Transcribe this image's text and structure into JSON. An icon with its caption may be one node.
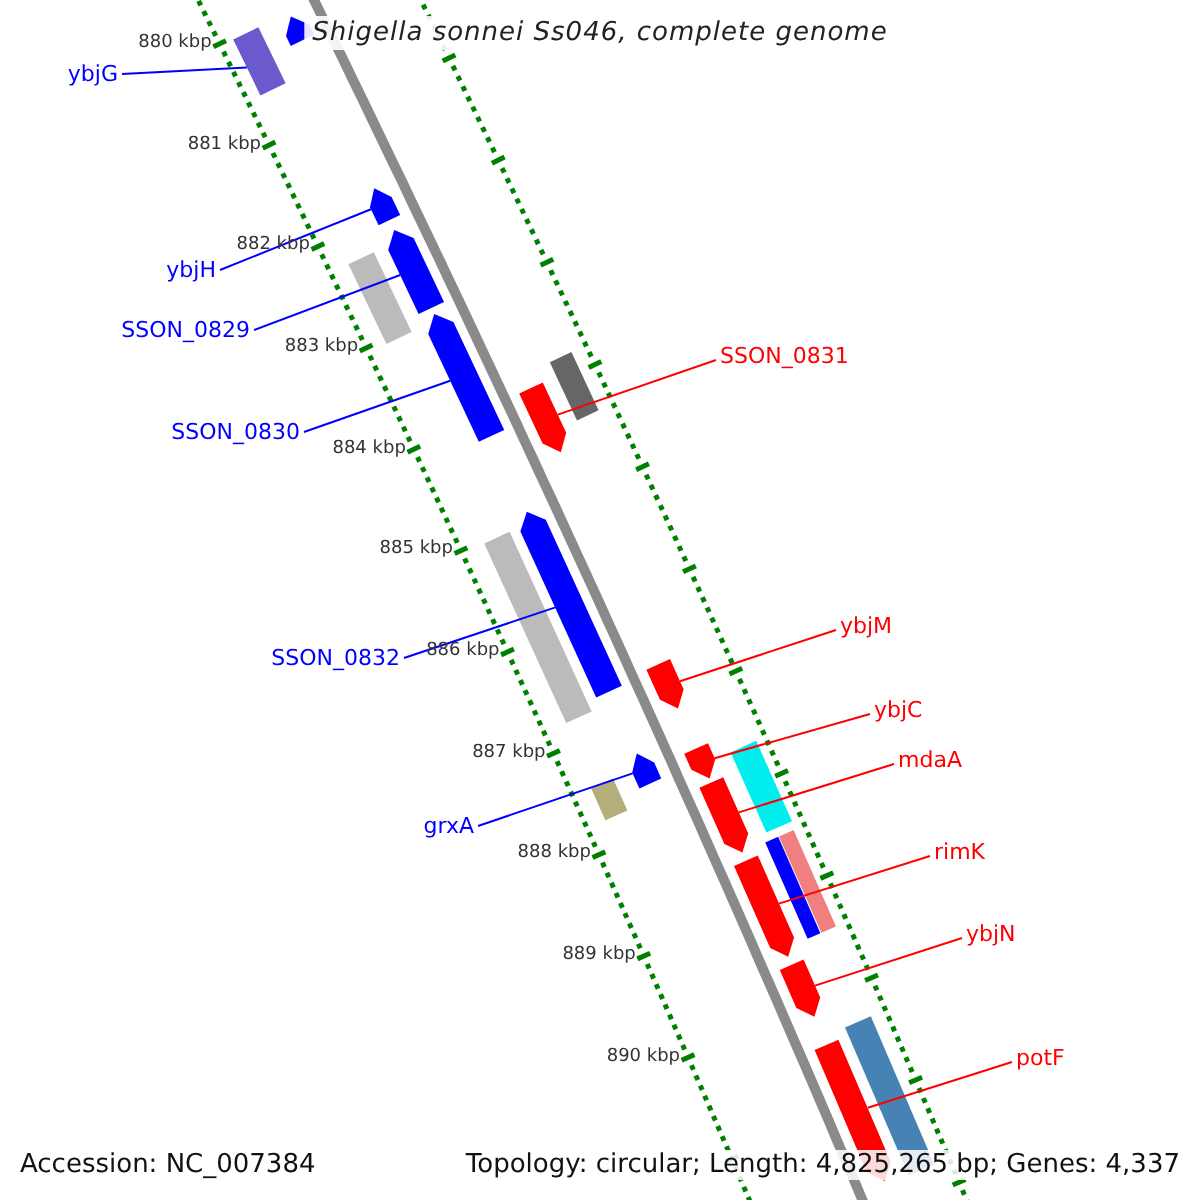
{
  "diagram": {
    "title": "Shigella sonnei Ss046, complete genome",
    "nodes": [
      {
        "text": [
          "ybjG"
        ]
      },
      {
        "text": [],
        "shape": "box"
      },
      {
        "text": [
          "ybjH"
        ]
      },
      {
        "text": [],
        "shape": "arrow"
      },
      {
        "text": [
          "SSON_0829"
        ]
      },
      {
        "text": [],
        "shape": "arrow"
      },
      {
        "text": [
          "SSON_0830"
        ]
      },
      {
        "text": [],
        "shape": "arrow"
      },
      {
        "text": [
          "SSON_0831"
        ]
      },
      {
        "text": [],
        "shape": "arrow"
      },
      {
        "text": [
          "SSON_0832"
        ]
      },
      {
        "text": [],
        "shape": "arrow"
      },
      {
        "text": [
          "ybjM"
        ]
      },
      {
        "text": [],
        "shape": "arrow"
      },
      {
        "text": [
          "ybjC"
        ]
      },
      {
        "text": [],
        "shape": "arrow"
      },
      {
        "text": [
          "grxA"
        ]
      },
      {
        "text": [],
        "shape": "arrow"
      },
      {
        "text": [
          "mdaA"
        ]
      },
      {
        "text": [],
        "shape": "arrow"
      },
      {
        "text": [
          "rimK"
        ]
      },
      {
        "text": [],
        "shape": "arrow"
      },
      {
        "text": [
          "ybjN"
        ]
      },
      {
        "text": [],
        "shape": "arrow"
      },
      {
        "text": [
          "potF"
        ]
      },
      {
        "text": [],
        "shape": "arrow"
      },
      {
        "text": [],
        "shape": "arrow"
      },
      {
        "text": [],
        "shape": "box"
      },
      {
        "text": [],
        "shape": "box"
      },
      {
        "text": [],
        "shape": "box"
      },
      {
        "text": [],
        "shape": "box"
      },
      {
        "text": [],
        "shape": "box"
      },
      {
        "text": [],
        "shape": "box"
      },
      {
        "text": [],
        "shape": "box"
      },
      {
        "text": [],
        "shape": "box"
      }
    ],
    "edges": [
      {
        "from": 0,
        "to": 1,
        "arrow": "none",
        "color": "#0000ff"
      },
      {
        "from": 2,
        "to": 3,
        "arrow": "none",
        "color": "#0000ff"
      },
      {
        "from": 4,
        "to": 5,
        "arrow": "none",
        "color": "#0000ff"
      },
      {
        "from": 6,
        "to": 7,
        "arrow": "none",
        "color": "#0000ff"
      },
      {
        "from": 8,
        "to": 9,
        "arrow": "none"
      },
      {
        "from": 10,
        "to": 11,
        "arrow": "none",
        "color": "#0000ff"
      },
      {
        "from": 12,
        "to": 13,
        "arrow": "none"
      },
      {
        "from": 14,
        "to": 15,
        "arrow": "none"
      },
      {
        "from": 16,
        "to": 17,
        "arrow": "none",
        "color": "#0000ff"
      },
      {
        "from": 18,
        "to": 19,
        "arrow": "none"
      },
      {
        "from": 20,
        "to": 21,
        "arrow": "none"
      },
      {
        "from": 22,
        "to": 23,
        "arrow": "none"
      },
      {
        "from": 24,
        "to": 25,
        "arrow": "none"
      }
    ],
    "labels": [
      "880 kbp",
      "881 kbp",
      "882 kbp",
      "883 kbp",
      "884 kbp",
      "885 kbp",
      "886 kbp",
      "887 kbp",
      "888 kbp",
      "889 kbp",
      "890 kbp",
      "Accession: NC_007384",
      "Topology: circular; Length: 4,825,265 bp; Genes: 4,337"
    ]
  }
}
